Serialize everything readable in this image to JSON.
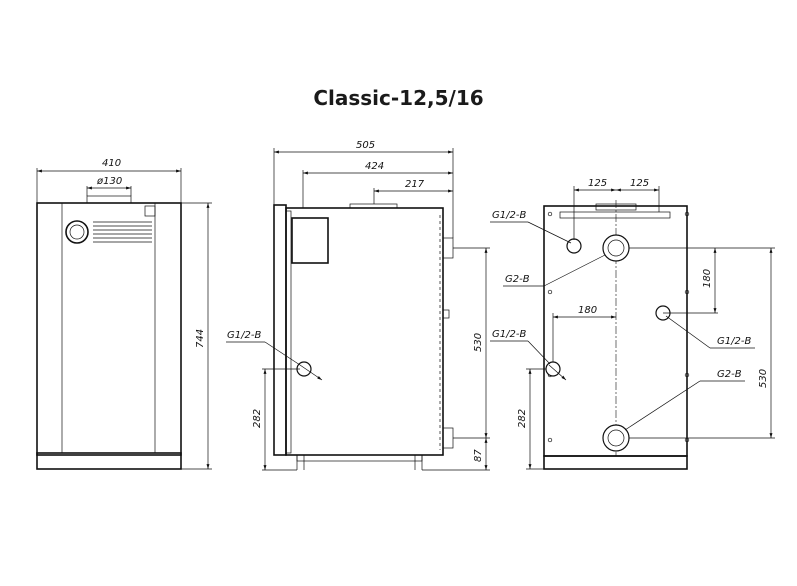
{
  "title": "Classic-12,5/16",
  "front_view": {
    "width_label": "410",
    "flue_label": "ø130",
    "height_label": "744"
  },
  "side_view": {
    "depth_label": "505",
    "label_424": "424",
    "label_217": "217",
    "pipe_label": "G1/2-B",
    "pipe_height_label": "282",
    "height_530": "530",
    "height_87": "87"
  },
  "rear_view": {
    "label_125_left": "125",
    "label_125_right": "125",
    "label_180_horizontal": "180",
    "label_180_vertical": "180",
    "label_282": "282",
    "label_530": "530",
    "pipe_top_left": "G1/2-B",
    "pipe_g2_top": "G2-B",
    "pipe_right": "G1/2-B",
    "pipe_bottom_left": "G1/2-B",
    "pipe_g2_bottom": "G2-B"
  }
}
